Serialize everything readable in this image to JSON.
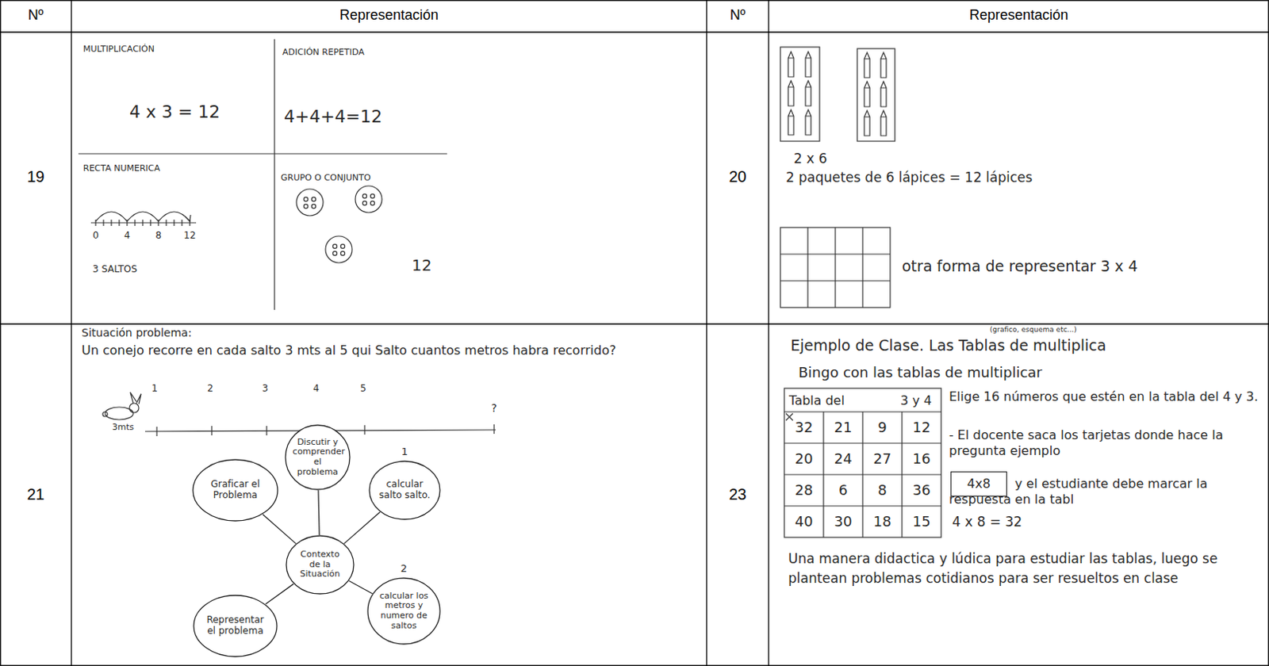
{
  "diagram": {
    "nodes": [
      {
        "text": [
          "Graficar el Problema"
        ]
      },
      {
        "text": [
          "Discutir y comprender el problema"
        ]
      },
      {
        "text": [
          "1",
          "calcular salto salto."
        ]
      },
      {
        "text": [
          "Contexto de la Situación"
        ]
      },
      {
        "text": [
          "2",
          "calcular los metros y numero de saltos"
        ]
      },
      {
        "text": [
          "Representar el problema"
        ]
      },
      {
        "text": [
          "4x8"
        ]
      }
    ],
    "edges": [
      {
        "from": 3,
        "to": 0,
        "arrow": "none"
      },
      {
        "from": 3,
        "to": 1,
        "arrow": "none"
      },
      {
        "from": 3,
        "to": 2,
        "arrow": "none"
      },
      {
        "from": 3,
        "to": 4,
        "arrow": "none"
      },
      {
        "from": 3,
        "to": 5,
        "arrow": "none"
      }
    ],
    "labels": [
      "Nº",
      "Representación",
      "Nº",
      "Representación",
      "19",
      "MULTIPLICACIÓN",
      "ADICIÓN REPETIDA",
      "4 x 3 = 12",
      "4+4+4=12",
      "RECTA NUMERICA",
      "GRUPO O CONJUNTO",
      "0",
      "4",
      "8",
      "12",
      "3 SALTOS",
      "12",
      "20",
      "2 x 6",
      "2 paquetes de 6 lápices = 12 lápices",
      "otra forma de representar 3 x 4",
      "21",
      "Situación problema:",
      "Un conejo recorre en cada salto 3 mts al 5 qui Salto cuantos metros habra recorrido?",
      "1",
      "2",
      "3",
      "4",
      "5",
      "?",
      "3mts",
      "23",
      "(grafico, esquema etc...)",
      "Ejemplo de Clase. Las Tablas de multiplica",
      "Bingo con las tablas de multiplicar",
      "Tabla del",
      "3 y 4",
      "32",
      "21",
      "9",
      "12",
      "20",
      "24",
      "27",
      "16",
      "28",
      "6",
      "8",
      "36",
      "40",
      "30",
      "18",
      "15",
      "Elige 16 números que estén en la tabla del 4 y 3.",
      "- El docente saca los tarjetas donde hace la pregunta ejemplo",
      "y el estudiante debe marcar la respuesta en la tabl",
      "4 x 8 = 32",
      "Una manera didactica y lúdica para estudiar las tablas, luego se plantean problemas cotidianos para ser resueltos en clase"
    ]
  }
}
